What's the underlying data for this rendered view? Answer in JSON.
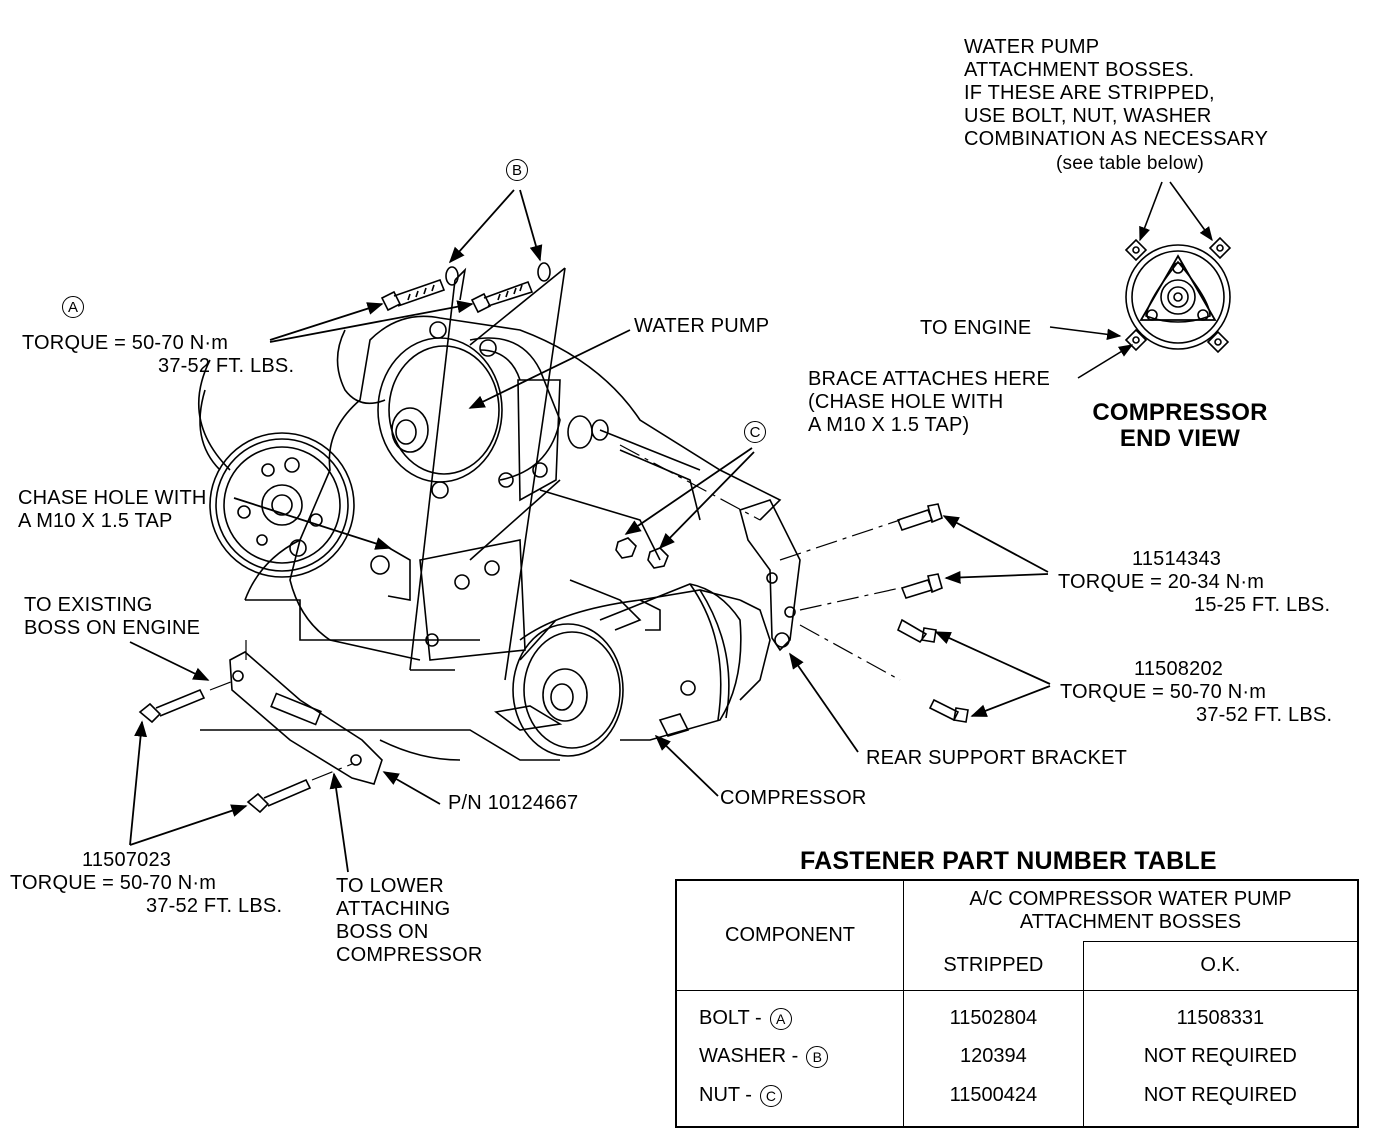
{
  "labels": {
    "pump_note": [
      "WATER PUMP",
      "ATTACHMENT BOSSES.",
      "IF THESE ARE STRIPPED,",
      "USE BOLT, NUT, WASHER",
      "COMBINATION AS NECESSARY"
    ],
    "see_table": "(see table below)",
    "to_engine": "TO ENGINE",
    "brace_note": [
      "BRACE ATTACHES HERE",
      "(CHASE HOLE WITH",
      "A  M10 X 1.5 TAP)"
    ],
    "end_view": [
      "COMPRESSOR",
      "END VIEW"
    ],
    "callout_a": "A",
    "callout_b": "B",
    "callout_c": "C",
    "torque_a": [
      "TORQUE = 50-70 N·m",
      "37-52 FT. LBS."
    ],
    "water_pump": "WATER PUMP",
    "chase_hole": [
      "CHASE HOLE WITH",
      "A M10 X 1.5 TAP"
    ],
    "existing_boss": [
      "TO EXISTING",
      "BOSS ON ENGINE"
    ],
    "part_11514343": [
      "11514343",
      "TORQUE = 20-34 N·m",
      "15-25 FT. LBS."
    ],
    "part_11508202": [
      "11508202",
      "TORQUE = 50-70 N·m",
      "37-52 FT. LBS."
    ],
    "rear_bracket": "REAR SUPPORT BRACKET",
    "compressor": "COMPRESSOR",
    "pn": "P/N 10124667",
    "part_11507023": [
      "11507023",
      "TORQUE = 50-70 N·m",
      "37-52 FT. LBS."
    ],
    "lower_boss": [
      "TO LOWER",
      "ATTACHING",
      "BOSS ON",
      "COMPRESSOR"
    ]
  },
  "table": {
    "title": "FASTENER PART NUMBER TABLE",
    "component_header": "COMPONENT",
    "group_header": [
      "A/C COMPRESSOR WATER PUMP",
      "ATTACHMENT BOSSES"
    ],
    "col_stripped": "STRIPPED",
    "col_ok": "O.K.",
    "rows": [
      {
        "component": "BOLT  -",
        "mark": "A",
        "stripped": "11502804",
        "ok": "11508331"
      },
      {
        "component": "WASHER  -",
        "mark": "B",
        "stripped": "120394",
        "ok": "NOT REQUIRED"
      },
      {
        "component": "NUT  -",
        "mark": "C",
        "stripped": "11500424",
        "ok": "NOT REQUIRED"
      }
    ]
  }
}
